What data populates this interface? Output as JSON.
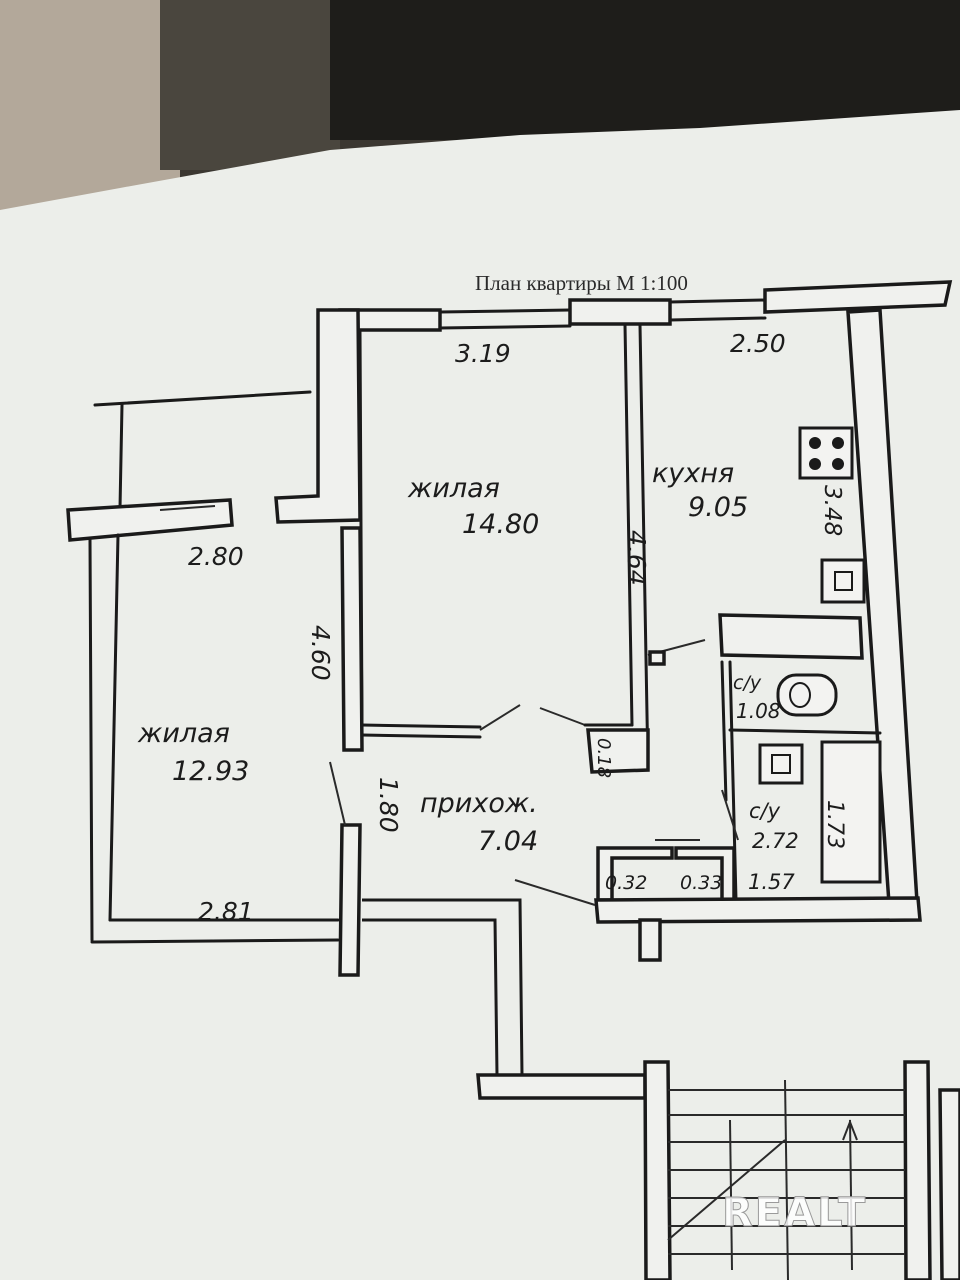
{
  "plan": {
    "title": "План квартиры   М   1:100",
    "rooms": [
      {
        "name": "жилая",
        "area": "14.80"
      },
      {
        "name": "кухня",
        "area": "9.05"
      },
      {
        "name": "жилая",
        "area": "12.93"
      },
      {
        "name": "прихож.",
        "area": "7.04"
      },
      {
        "name": "с/у",
        "area": "1.08"
      },
      {
        "name": "с/у",
        "area": "2.72"
      }
    ],
    "dimensions": [
      "3.19",
      "2.50",
      "2.80",
      "4.64",
      "3.48",
      "4.60",
      "1.80",
      "2.81",
      "0.18",
      "1.73",
      "0.32",
      "0.33",
      "1.57"
    ]
  },
  "watermark": "REALT",
  "colors": {
    "paper": "#eceeea",
    "ink": "#1a1a1a",
    "background": "#2c2a26"
  }
}
